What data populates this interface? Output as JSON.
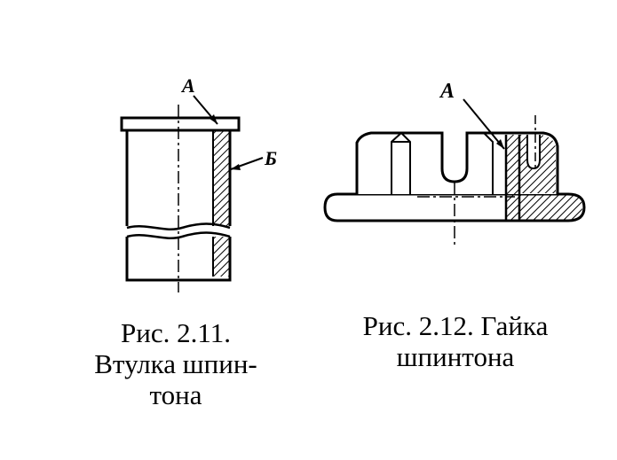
{
  "figure_left": {
    "label_a": "А",
    "label_b": "Б",
    "caption_line1": "Рис. 2.11.",
    "caption_line2": "Втулка шпин-",
    "caption_line3": "тона"
  },
  "figure_right": {
    "label_a": "А",
    "caption_line1": "Рис. 2.12. Гайка",
    "caption_line2": "шпинтона"
  },
  "colors": {
    "ink": "#000000",
    "paper": "#ffffff"
  }
}
